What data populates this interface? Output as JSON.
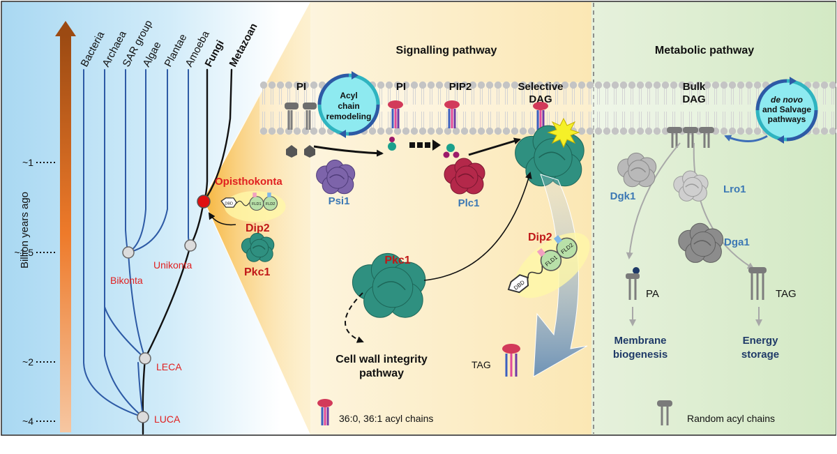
{
  "tree": {
    "axis_label": "Billion years ago",
    "ticks": [
      "~1",
      "~1.5",
      "~2",
      "~4"
    ],
    "taxa": [
      "Bacteria",
      "Archaea",
      "SAR group",
      "Algae",
      "Plantae",
      "Amoeba",
      "Fungi",
      "Metazoan"
    ],
    "nodes": [
      "Opisthokonta",
      "Unikonta",
      "Bikonta",
      "LECA",
      "LUCA"
    ],
    "proteins": {
      "dip2": "Dip2",
      "pkc1": "Pkc1"
    }
  },
  "signalling": {
    "title": "Signalling pathway",
    "lipids": {
      "pi1": "PI",
      "pi2": "PI",
      "pip2": "PIP2",
      "dag": "Selective\nDAG"
    },
    "cycle": "Acyl\nchain\nremodeling",
    "proteins": {
      "psi1": "Psi1",
      "plc1": "Plc1",
      "pkc1": "Pkc1",
      "dip2": "Dip2"
    },
    "outcome": "Cell wall integrity\npathway",
    "tag": "TAG",
    "legend": "36:0, 36:1 acyl chains"
  },
  "metabolic": {
    "title": "Metabolic pathway",
    "lipid": "Bulk\nDAG",
    "cycle": [
      "de novo",
      "and Salvage",
      "pathways"
    ],
    "enzymes": {
      "dgk1": "Dgk1",
      "lro1": "Lro1",
      "dga1": "Dga1"
    },
    "products": {
      "pa": "PA",
      "tag": "TAG"
    },
    "outcomes": {
      "membrane": "Membrane\nbiogenesis",
      "energy": "Energy\nstorage"
    },
    "legend": "Random acyl chains"
  },
  "domains": {
    "dbd": "DBD",
    "fld1": "FLD1",
    "fld2": "FLD2"
  },
  "colors": {
    "red": "#e02020",
    "blue_label": "#3c78b4",
    "navy": "#1f3a68",
    "teal_protein": "#2f9080",
    "purple_protein": "#7d64aa",
    "crimson_protein": "#b4284a",
    "cyan_cycle": "#8eeaf0"
  }
}
